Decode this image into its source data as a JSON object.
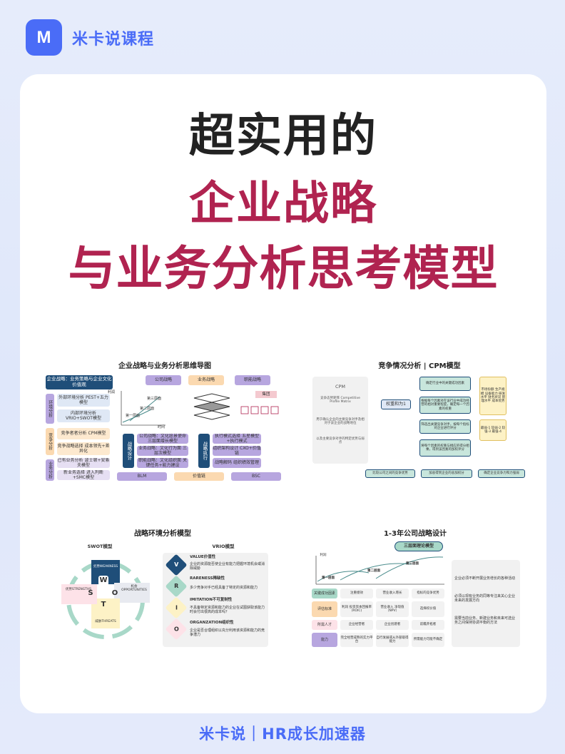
{
  "brand": {
    "logo_letter": "M",
    "name": "米卡说课程"
  },
  "title": {
    "line1": "超实用的",
    "line2": "企业战略",
    "line3": "与业务分析思考模型"
  },
  "figures": {
    "mindmap": {
      "title": "企业战略与业务分析思维导图",
      "header": "企业战略：业务策略与企业文化价值观",
      "tabs": [
        "公司战略",
        "业务战略",
        "职能战略"
      ],
      "left_labels": [
        "环境分析",
        "竞争分析",
        "业务分析"
      ],
      "left_items": [
        "外部环境分析 PEST+五力模型",
        "内部环境分析 VRIO+SWOT模型",
        "竞争者者分析 CPM模型",
        "竞争战略选择 成本领先+差异化",
        "已有业务分析 波士顿+安索夫模型",
        "新业务选择 进入判断+SMC模型"
      ],
      "mid_label": "战略设计",
      "mid_items": [
        "公司战略：文化愿景使命 三层面增长模型",
        "业务战略：文化行为面 三层次模型",
        "职能战略：文化组织面 关键任务+能力建设"
      ],
      "right_label": "战略执行",
      "right_items": [
        "执行模式选择 五星模型+执行模式",
        "组织架构设计 CXO+价值链",
        "战略解码 组织绩效管理"
      ],
      "bottom_tabs": [
        "BLM",
        "价值链",
        "BSC"
      ],
      "chart_labels": [
        "利润",
        "第一层面",
        "第二层面",
        "第三层面",
        "时间"
      ],
      "group_label": "集团"
    },
    "cpm": {
      "title": "竞争情况分析 | CPM模型",
      "panel_title": "CPM",
      "panel_sub": "竞争态势矩阵 Competitive Profile Matrix",
      "bullets": [
        "用于确认企业的主要竞争对手及相对于该企业的战略地位",
        "以及主要竞争对手的特定优势与弱点"
      ],
      "weight_box": "权重和为1",
      "steps": [
        "确定行业中的关键成功因素",
        "根据每个因素对在该行业中成功经营的相对重要程度，确定每一个因素的权重",
        "筛选出关键竞争对手，按每个指标对企业进行评分",
        "将每个因素的权重与相应的得分相乘，得到该因素的加权评分",
        "对每个企业的加权评分求和，得到企业的竞争力分值"
      ],
      "factors": "市场份额 生产规模 设备能力 研发水平 财务状况 管理水平 成本优势",
      "scores": "最弱-1 较弱-2 较强-3 最强-4",
      "bottom": [
        "比较公司之间的竞争优势",
        "加总得到企业的总加权分",
        "确定企业竞争力和力强弱"
      ]
    },
    "swot": {
      "title": "战略环境分析模型",
      "swot_title": "SWOT模型",
      "letters": [
        "S",
        "W",
        "O",
        "T"
      ],
      "quad": [
        "优势STRENGTHS",
        "劣势WEAKNESS",
        "机会OPPORTUNITIES",
        "威胁THREATS"
      ],
      "vrio_title": "VRIO模型",
      "vrio_letters": [
        "V",
        "R",
        "I",
        "O"
      ],
      "vrio_items": [
        {
          "h": "VALUE价值性",
          "d": "企业的资源能否使企业有能力把握环境机会或消除威胁"
        },
        {
          "h": "RARENESS稀缺性",
          "d": "多少竞争对手已经具备了特定的资源和能力"
        },
        {
          "h": "IMITATION不可复制性",
          "d": "不具备特定资源和能力的企业在试图获取该能力时会付出很高的成本吗？"
        },
        {
          "h": "ORGANZATION组织性",
          "d": "企业是否合理组织以充分利用该资源和能力的竞争潜力"
        }
      ]
    },
    "three": {
      "title": "1-3年公司战略设计",
      "badge": "三层面理论模型",
      "axis": "利润",
      "layers": [
        "第一层面",
        "第二层面",
        "第三层面"
      ],
      "rows": [
        {
          "h": "关键成功因素",
          "c": [
            "注重绩效",
            "营业收入增长",
            "指标的竞争优势"
          ]
        },
        {
          "h": "评估标准",
          "c": [
            "利润 投资资本回报率(ROIC)",
            "营业收入 净现值（NPV）",
            "选择权价值"
          ]
        },
        {
          "h": "所需人才",
          "c": [
            "企业经营者",
            "企业创建者",
            "前瞻开拓者"
          ]
        },
        {
          "h": "能力",
          "c": [
            "完全经营成熟的实力平台",
            "自行发展或从外部取得能力",
            "所需能力可能不确定"
          ]
        }
      ],
      "notes": [
        "企业必须不断开展业务增长的各种活动",
        "必须以现有业务的同等专注来关心企业未来的发展方向",
        "需要当前业务、新建业务和未来可选业务之间保持协调平衡的方法"
      ]
    }
  },
  "footer": "米卡说｜HR成长加速器",
  "colors": {
    "accent": "#4a6cf7",
    "crimson": "#b02350",
    "navy": "#1f4e79",
    "purple": "#b7a6df",
    "peach": "#fbd9b0"
  }
}
